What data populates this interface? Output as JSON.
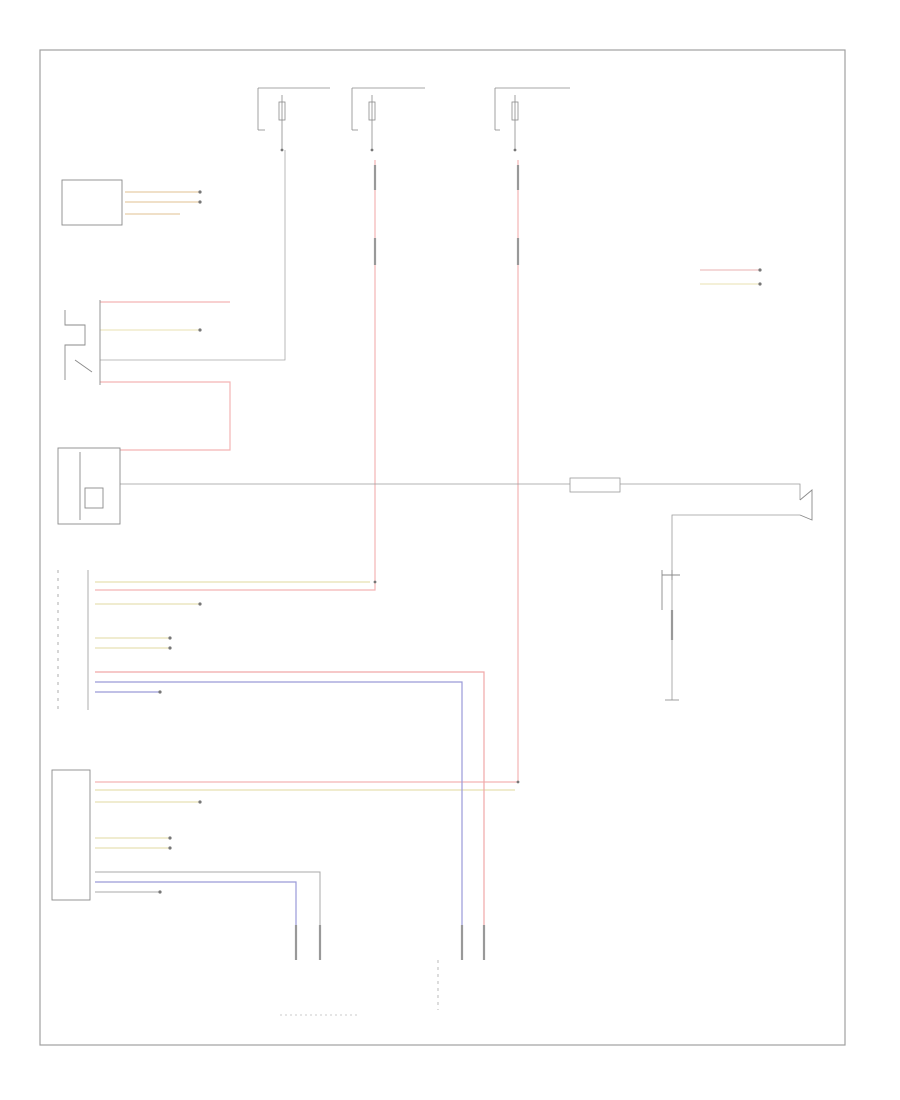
{
  "diagram": {
    "footer_code": "",
    "colors": {
      "frame": "#a0a0a0",
      "wire_dark": "#9a9a9a",
      "wire_red": "#f4b4b4",
      "wire_yellow": "#e8e0b0",
      "wire_blue": "#9a9ad8",
      "component": "#7a7a7a"
    },
    "labels": [
      {
        "id": "fuse-1-header",
        "text": ""
      },
      {
        "id": "fuse-2-header",
        "text": ""
      },
      {
        "id": "fuse-3-header",
        "text": ""
      }
    ]
  }
}
